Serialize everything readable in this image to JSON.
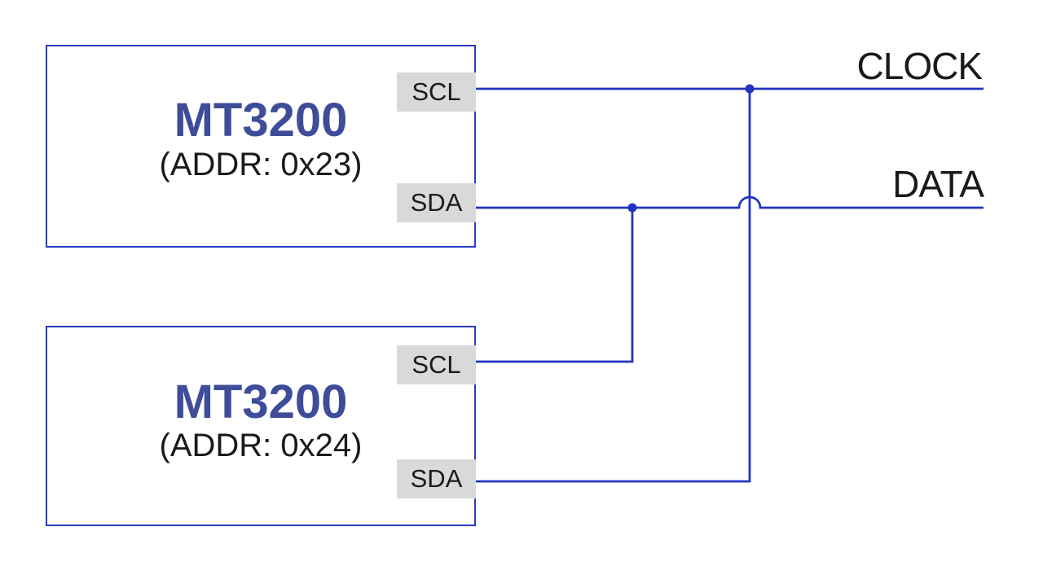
{
  "colors": {
    "wire": "#2134c0",
    "box_border": "#2b3ac0",
    "device_name": "#3f4c99",
    "pin_bg": "#d9d9d9",
    "text": "#1a1a1a"
  },
  "bus": {
    "clock_label": "CLOCK",
    "data_label": "DATA"
  },
  "devices": [
    {
      "name": "MT3200",
      "address": "(ADDR: 0x23)",
      "pins": [
        "SCL",
        "SDA"
      ]
    },
    {
      "name": "MT3200",
      "address": "(ADDR: 0x24)",
      "pins": [
        "SCL",
        "SDA"
      ]
    }
  ]
}
